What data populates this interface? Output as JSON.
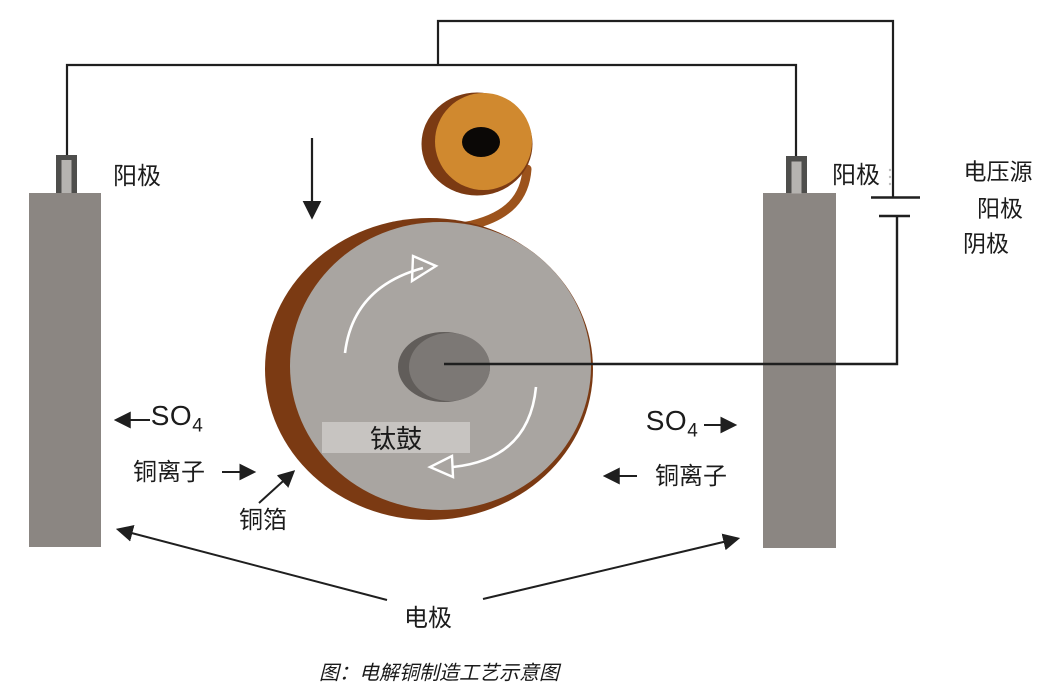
{
  "figure": {
    "caption": "图：电解铜制造工艺示意图"
  },
  "labels": {
    "anode_left": "阳极",
    "anode_right": "阳极",
    "voltage_source": "电压源",
    "battery_anode": "阳极",
    "battery_cathode": "阴极",
    "so4_left": {
      "base": "SO",
      "sub": "4"
    },
    "so4_right": {
      "base": "SO",
      "sub": "4"
    },
    "copper_ions_left": "铜离子",
    "copper_ions_right": "铜离子",
    "copper_foil": "铜箔",
    "electrodes_label": "电极",
    "titanium_drum": "钛鼓"
  },
  "colors": {
    "background": "#FFFFFF",
    "wire": "#1F1F1F",
    "electrode_gray": "#8B8682",
    "connector_dark": "#4E4E4C",
    "connector_light": "#B5B3B0",
    "drum_face": "#A9A5A1",
    "copper_rim": "#7B3A13",
    "ribbon_copper": "#9C531C",
    "coil_orange": "#D0892F",
    "coil_core_black": "#0B0806",
    "axle_face": "#7C7875",
    "axle_shadow": "#615D5A",
    "drum_label_band": "#CBC8C5",
    "rotation_arrow": "#FFFFFF",
    "text": "#1C1C1C"
  }
}
